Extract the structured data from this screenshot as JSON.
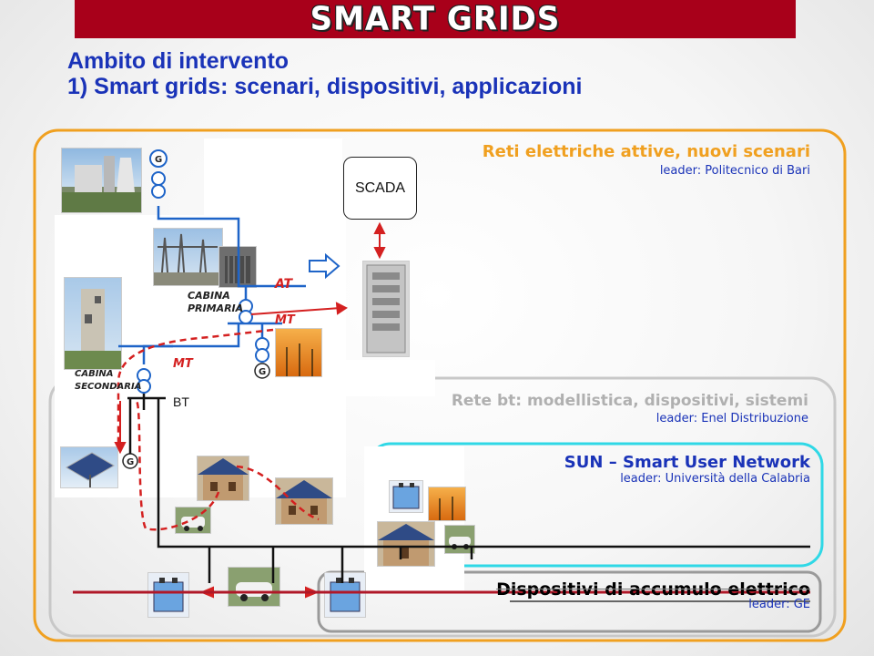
{
  "header": {
    "title": "SMART GRIDS"
  },
  "heading": {
    "line1": "Ambito di intervento",
    "line2": "1) Smart grids: scenari, dispositivi, applicazioni"
  },
  "scada": {
    "label": "SCADA"
  },
  "sections": {
    "reti_attive": {
      "title": "Reti elettriche attive,  nuovi scenari",
      "leader": "leader: Politecnico di Bari",
      "color": "#f0a020"
    },
    "rete_bt": {
      "title": "Rete bt: modellistica, dispositivi, sistemi",
      "leader": "leader: Enel Distribuzione",
      "color": "#b0b0b0"
    },
    "sun": {
      "title": "SUN – Smart User Network",
      "leader": "leader: Università della Calabria",
      "color": "#2fd8e6"
    },
    "accumulo": {
      "title": "Dispositivi di accumulo elettrico",
      "leader": "leader: GE",
      "color": "#9a9a9a"
    }
  },
  "diagram": {
    "cabina_primaria": "CABINA PRIMARIA",
    "cabina_secondaria": "CABINA SECONDARIA",
    "at": "AT",
    "mt_upper": "MT",
    "mt_lower": "MT",
    "bt": "BT",
    "generator_symbol": "G",
    "line_color": "#1e64c8",
    "flow_color": "#d42020"
  }
}
